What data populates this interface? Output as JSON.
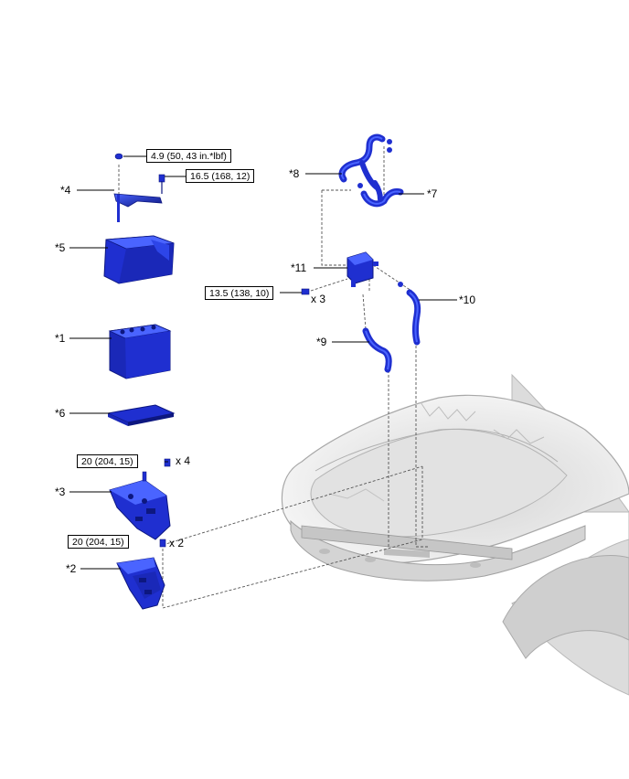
{
  "parts": [
    {
      "id": "part-1",
      "label": "*1"
    },
    {
      "id": "part-2",
      "label": "*2"
    },
    {
      "id": "part-3",
      "label": "*3"
    },
    {
      "id": "part-4",
      "label": "*4"
    },
    {
      "id": "part-5",
      "label": "*5"
    },
    {
      "id": "part-6",
      "label": "*6"
    },
    {
      "id": "part-7",
      "label": "*7"
    },
    {
      "id": "part-8",
      "label": "*8"
    },
    {
      "id": "part-9",
      "label": "*9"
    },
    {
      "id": "part-10",
      "label": "*10"
    },
    {
      "id": "part-11",
      "label": "*11"
    }
  ],
  "torque_specs": [
    {
      "id": "torque-clamp-nut",
      "text": "4.9 (50, 43 in.*lbf)"
    },
    {
      "id": "torque-clamp-bolt",
      "text": "16.5 (168, 12)"
    },
    {
      "id": "torque-tray-bolt",
      "text": "20 (204, 15)",
      "qty": "x 4"
    },
    {
      "id": "torque-bracket-bolt",
      "text": "20 (204, 15)",
      "qty": "x 2"
    },
    {
      "id": "torque-module-bolt",
      "text": "13.5 (138, 10)",
      "qty": "x 3"
    }
  ],
  "colors": {
    "part_fill": "#1f2fd0",
    "part_dark": "#0d1780",
    "part_light": "#4a64ff",
    "vehicle_gray": "#c9c9c9",
    "leader": "#000000",
    "dashed": "#555555"
  }
}
